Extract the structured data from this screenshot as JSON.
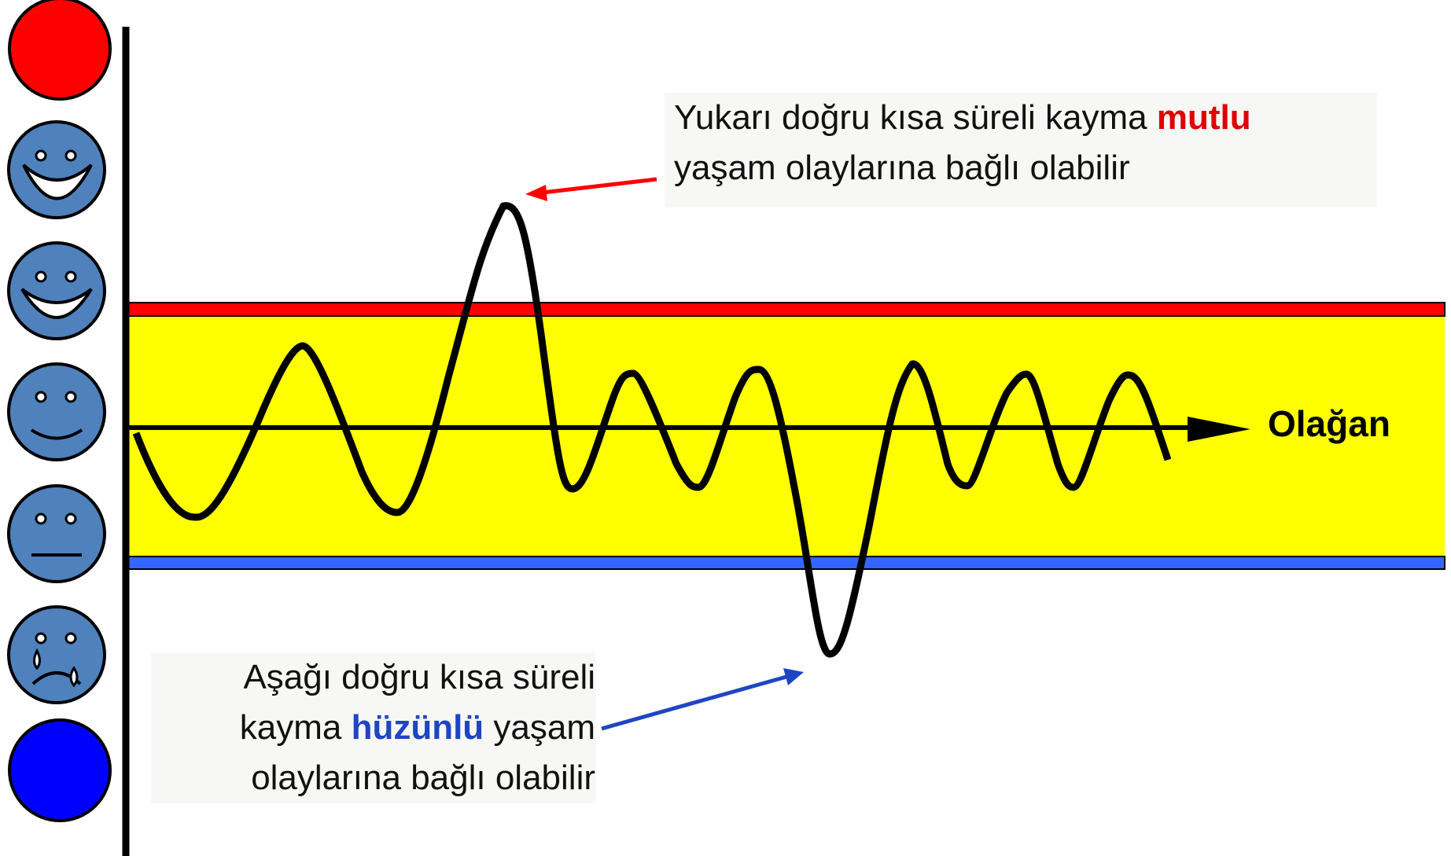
{
  "colors": {
    "band_fill": "#ffff00",
    "upper_line": "#ff0000",
    "lower_line": "#3366ff",
    "face_fill": "#4f81bd",
    "top_circle": "#ff0000",
    "bottom_circle": "#0000ff",
    "up_arrow": "#ff0000",
    "down_arrow": "#1f45c4",
    "happy_word": "#e00000",
    "sad_word": "#1f45c4"
  },
  "scale_icons": [
    "red-circle-icon",
    "big-smile-face-icon",
    "smile-face-icon",
    "slight-smile-face-icon",
    "neutral-face-icon",
    "sad-crying-face-icon",
    "blue-circle-icon"
  ],
  "labels": {
    "normal": "Olağan"
  },
  "callout_up": {
    "line1_prefix": "Yukarı doğru kısa süreli kayma ",
    "line1_accent": "mutlu",
    "line2": "yaşam olaylarına bağlı olabilir"
  },
  "callout_down": {
    "line1": "Aşağı doğru kısa süreli",
    "line2_prefix": "kayma ",
    "line2_accent": "hüzünlü",
    "line2_suffix": " yaşam",
    "line3": "olaylarına bağlı olabilir"
  }
}
